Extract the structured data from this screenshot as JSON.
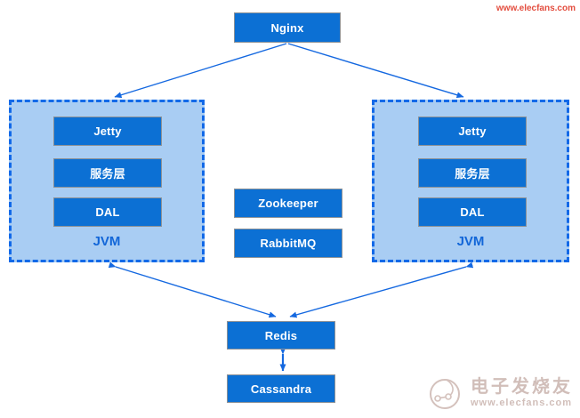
{
  "diagram": {
    "type": "architecture-diagram",
    "nodes": {
      "nginx": "Nginx",
      "jetty": "Jetty",
      "service_layer": "服务层",
      "dal": "DAL",
      "jvm": "JVM",
      "zookeeper": "Zookeeper",
      "rabbitmq": "RabbitMQ",
      "redis": "Redis",
      "cassandra": "Cassandra"
    },
    "containers": [
      {
        "label": "JVM",
        "children": [
          "Jetty",
          "服务层",
          "DAL"
        ],
        "position": "left"
      },
      {
        "label": "JVM",
        "children": [
          "Jetty",
          "服务层",
          "DAL"
        ],
        "position": "right"
      }
    ],
    "edges": [
      {
        "from": "Nginx",
        "to": "JVM (left)",
        "direction": "one-way"
      },
      {
        "from": "Nginx",
        "to": "JVM (right)",
        "direction": "one-way"
      },
      {
        "from": "JVM (left)",
        "to": "Redis",
        "direction": "two-way"
      },
      {
        "from": "JVM (right)",
        "to": "Redis",
        "direction": "two-way"
      },
      {
        "from": "Redis",
        "to": "Cassandra",
        "direction": "two-way"
      }
    ],
    "colors": {
      "node_fill": "#0c70d4",
      "node_border": "#8c9196",
      "container_fill": "#a9cdf3",
      "container_border": "#1269e8",
      "arrow": "#1468e0",
      "jvm_label": "#1266d8",
      "watermark": "#c9b3ad",
      "watermark_red": "#e03a2a"
    }
  },
  "watermark": {
    "logo": "elecfans-logo",
    "site_name": "电子发烧友",
    "site_url": "www.elecfans.com"
  }
}
